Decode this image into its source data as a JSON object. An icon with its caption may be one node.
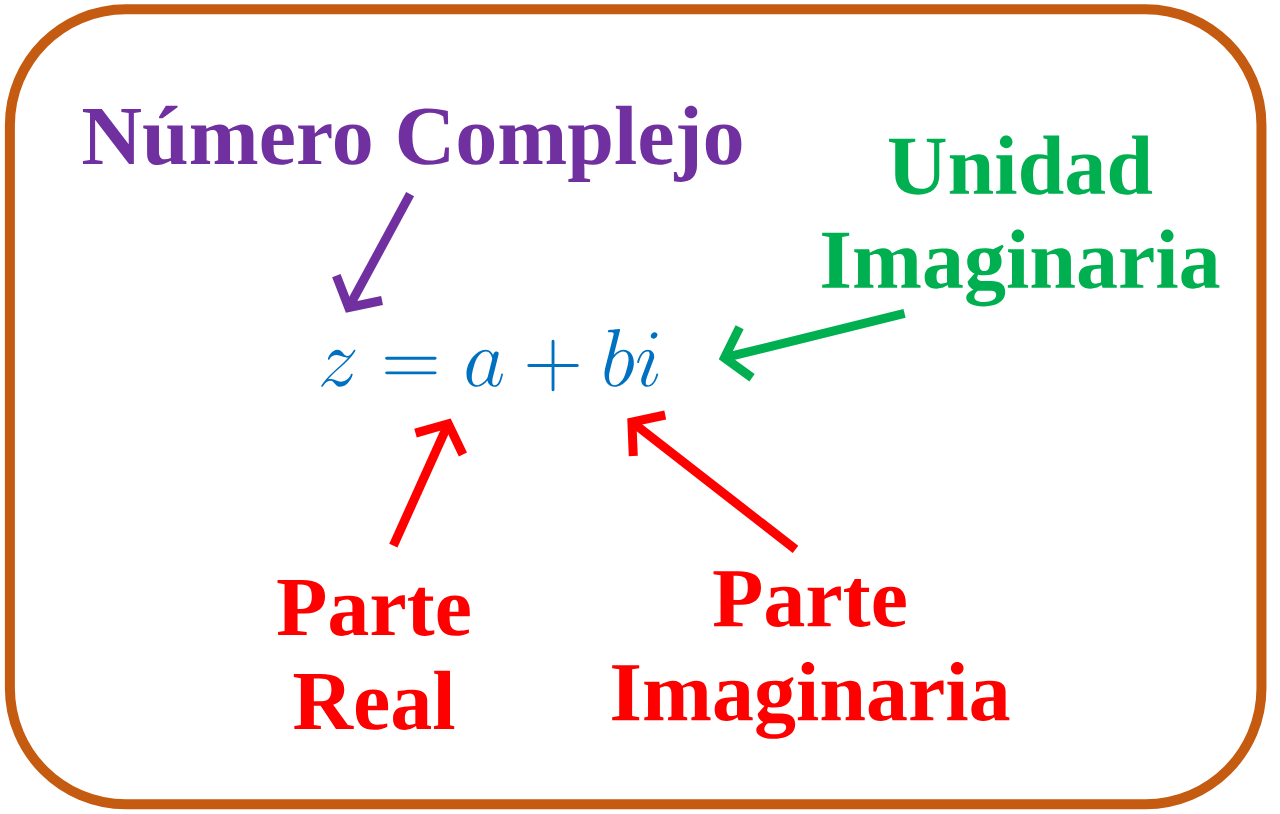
{
  "diagram": {
    "nodes": [
      {
        "text": [],
        "shape": "box"
      },
      {
        "text": [
          "Número Complejo"
        ],
        "in": 0
      },
      {
        "text": [
          "Unidad Imaginaria"
        ],
        "in": 0
      },
      {
        "text": [
          "z = a + bi"
        ],
        "in": 0
      },
      {
        "text": [
          "Parte Real"
        ],
        "in": 0
      },
      {
        "text": [
          "Parte Imaginaria"
        ],
        "in": 0
      }
    ],
    "edges": [
      {
        "from": 1,
        "to": 3,
        "arrow": "to",
        "color": "#7030a0"
      },
      {
        "from": 2,
        "to": 3,
        "arrow": "to",
        "color": "#00b050"
      },
      {
        "from": 4,
        "to": 3,
        "arrow": "to"
      },
      {
        "from": 5,
        "to": 3,
        "arrow": "to"
      }
    ]
  }
}
